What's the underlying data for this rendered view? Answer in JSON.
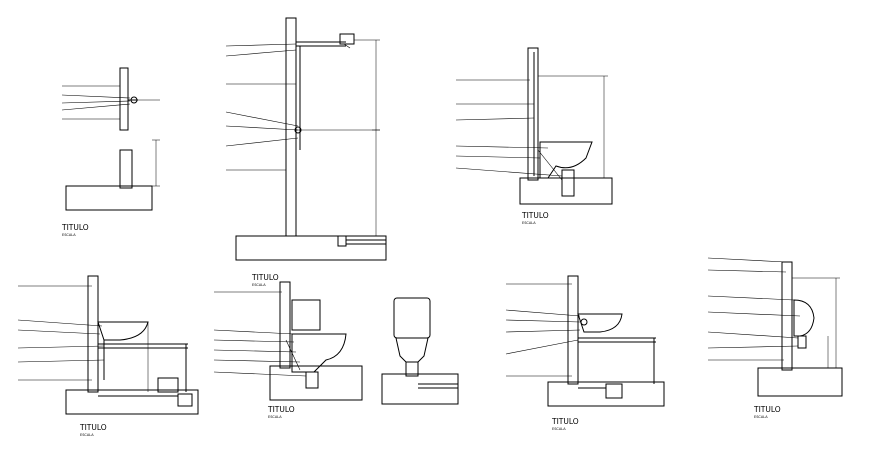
{
  "titles": {
    "d1": "TITULO",
    "d2": "TITULO",
    "d3": "TITULO",
    "d4": "TITULO",
    "d5": "TITULO",
    "d6": "TITULO",
    "d7": "TITULO"
  },
  "scales": {
    "d1": "ESCALA",
    "d2": "ESCALA",
    "d3": "ESCALA",
    "d4": "ESCALA",
    "d5": "ESCALA",
    "d6": "ESCALA",
    "d7": "ESCALA"
  }
}
